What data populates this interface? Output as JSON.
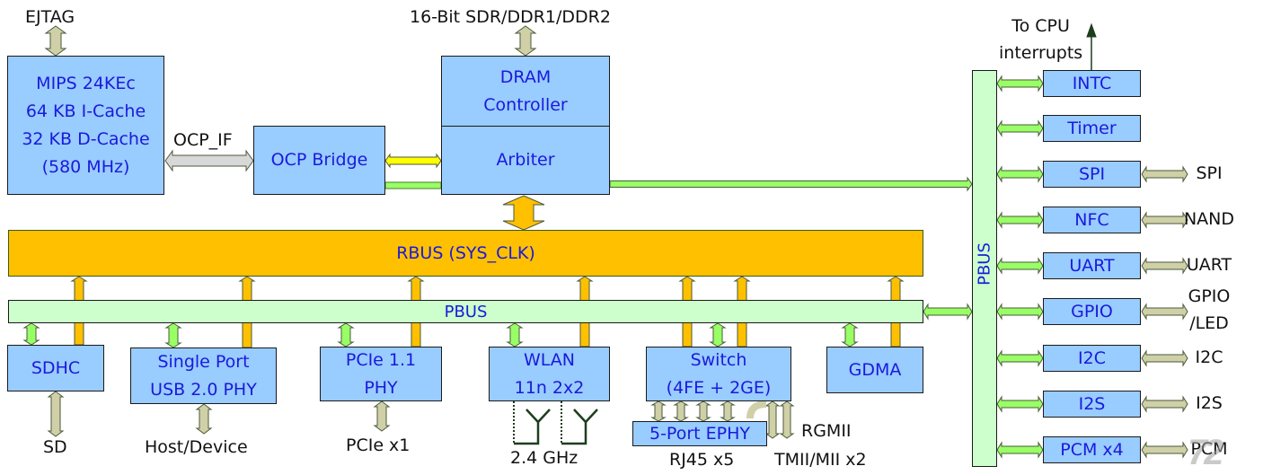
{
  "title": "SoC block diagram",
  "cpu": {
    "lines": [
      "MIPS 24KEc",
      "64 KB I-Cache",
      "32 KB D-Cache",
      "(580 MHz)"
    ]
  },
  "labels": {
    "ejtag": "EJTAG",
    "ocp_if": "OCP_IF",
    "dram_interface": "16-Bit SDR/DDR1/DDR2",
    "to_cpu_interrupts": "To CPU\ninterrupts",
    "sd": "SD",
    "host_device": "Host/Device",
    "pcie_x1": "PCIe x1",
    "ghz": "2.4 GHz",
    "rj45": "RJ45 x5",
    "rgmii": "RGMII",
    "tmii": "TMII/MII x2"
  },
  "blocks": {
    "ocp_bridge": "OCP Bridge",
    "dram_controller": "DRAM\nController",
    "arbiter": "Arbiter",
    "rbus": "RBUS (SYS_CLK)",
    "pbus_h": "PBUS",
    "pbus_v": "PBUS",
    "sdhc": "SDHC",
    "usb": "Single Port\nUSB 2.0 PHY",
    "pcie": "PCIe 1.1\nPHY",
    "wlan": "WLAN\n11n 2x2",
    "switch": "Switch\n(4FE + 2GE)",
    "gdma": "GDMA",
    "ephy": "5-Port EPHY"
  },
  "peripherals": [
    {
      "name": "INTC",
      "external": ""
    },
    {
      "name": "Timer",
      "external": ""
    },
    {
      "name": "SPI",
      "external": "SPI"
    },
    {
      "name": "NFC",
      "external": "NAND"
    },
    {
      "name": "UART",
      "external": "UART"
    },
    {
      "name": "GPIO",
      "external": "GPIO\n/LED"
    },
    {
      "name": "I2C",
      "external": "I2C"
    },
    {
      "name": "I2S",
      "external": "I2S"
    },
    {
      "name": "PCM x4",
      "external": "PCM"
    }
  ],
  "watermark": "72",
  "colors": {
    "block_fill": "#99ccff",
    "block_text": "#1a1adc",
    "rbus": "#ffc000",
    "pbus": "#ccffcc",
    "green_arrow": "#99ff66",
    "tan_arrow": "#d0d0a8",
    "yellow_arrow": "#ffff00",
    "gray_arrow": "#d8d8d8",
    "antenna": "#1e3d1e"
  }
}
